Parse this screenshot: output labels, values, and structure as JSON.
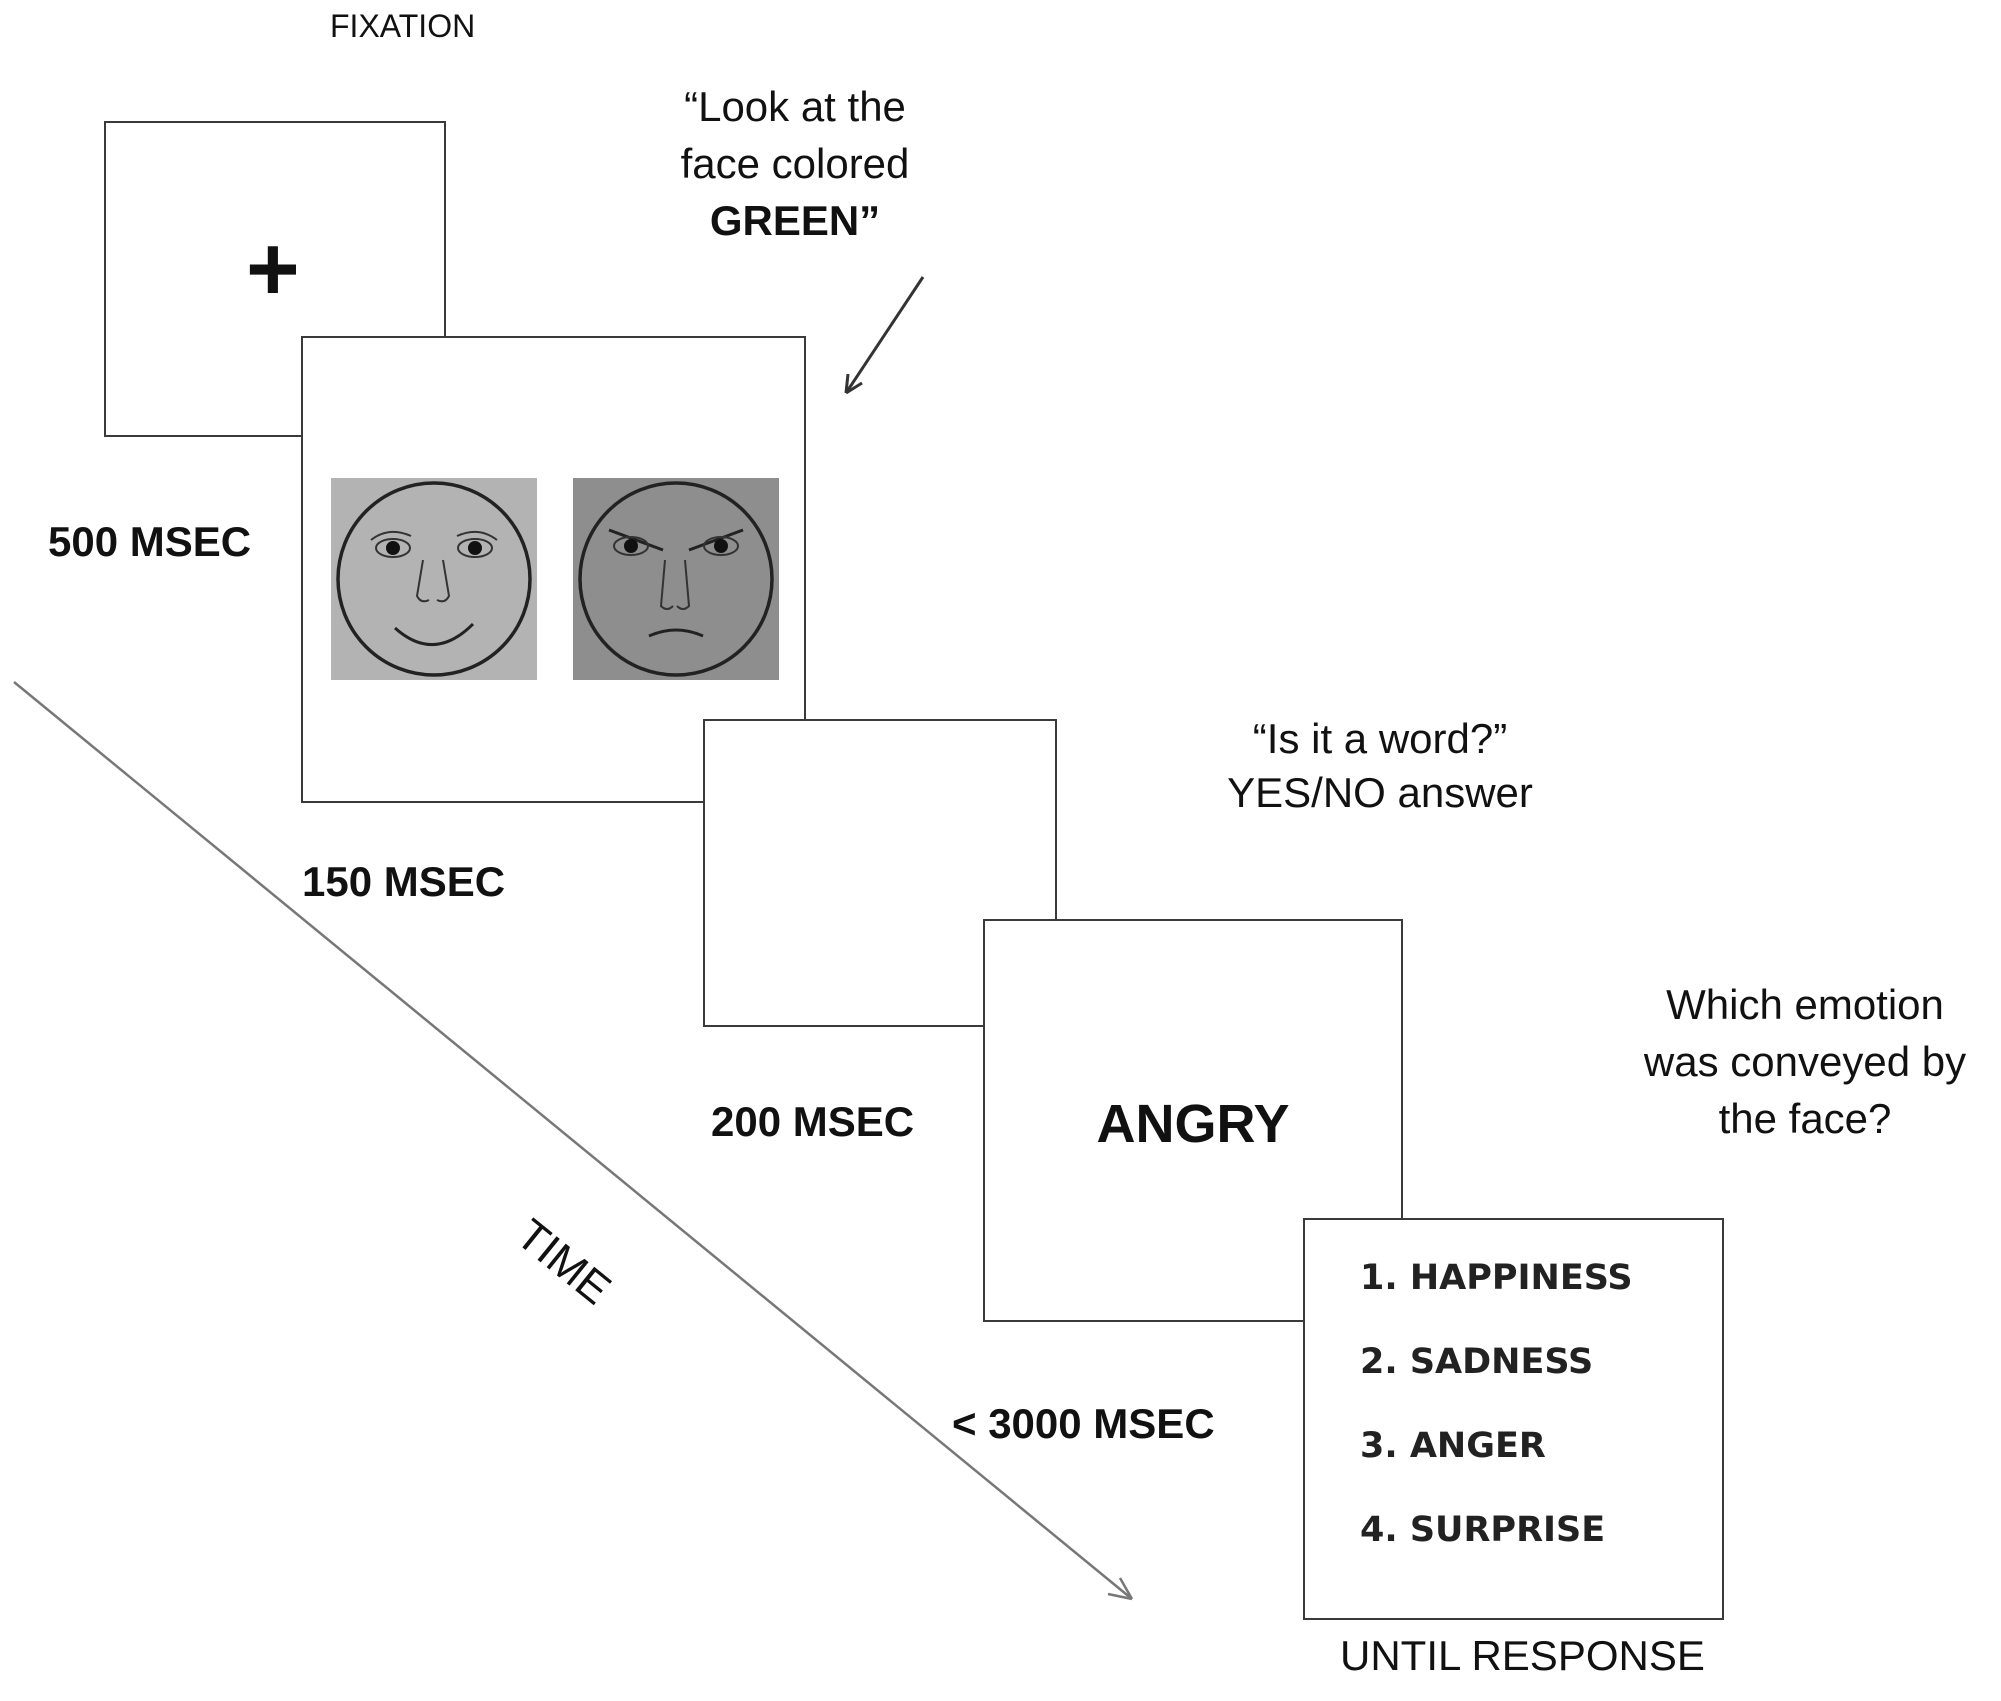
{
  "fixation": {
    "title": "FIXATION",
    "symbol": "+",
    "duration": "500 MSEC"
  },
  "instruction": {
    "line1": "“Look at the",
    "line2": "face colored",
    "line3": "GREEN”"
  },
  "faces_screen": {
    "duration": "150 MSEC",
    "faces": [
      {
        "expression": "happy",
        "background": "#b3b3b3"
      },
      {
        "expression": "angry",
        "background": "#8e8e8e"
      }
    ]
  },
  "blank_screen": {
    "duration": "200 MSEC"
  },
  "word_question": {
    "line1": "“Is it a word?”",
    "line2": "YES/NO answer"
  },
  "word_screen": {
    "word": "ANGRY",
    "duration": "< 3000 MSEC"
  },
  "emotion_question": {
    "line1": "Which emotion",
    "line2": "was conveyed by",
    "line3": "the face?"
  },
  "response_screen": {
    "options": [
      "1. HAPPINESS",
      "2. SADNESS",
      "3. ANGER",
      "4. SURPRISE"
    ],
    "duration": "UNTIL RESPONSE"
  },
  "time_axis": {
    "label": "TIME"
  }
}
